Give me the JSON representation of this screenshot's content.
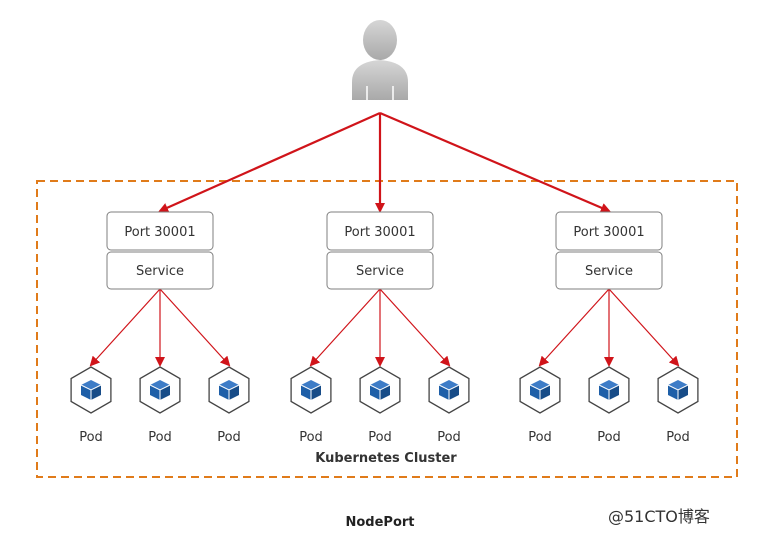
{
  "colors": {
    "arrow": "#d0141a",
    "cluster_border": "#e07b1a",
    "pod_blue": "#1e5fa8",
    "box_border": "#7f7f7f",
    "user_grey": "#bfbfbf"
  },
  "icons": {
    "user": "user-icon",
    "pod": "kubernetes-pod-cube-icon"
  },
  "cluster": {
    "label": "Kubernetes Cluster"
  },
  "caption": "NodePort",
  "watermark": "@51CTO博客",
  "nodes": [
    {
      "port_label": "Port 30001",
      "service_label": "Service",
      "pods": [
        "Pod",
        "Pod",
        "Pod"
      ]
    },
    {
      "port_label": "Port 30001",
      "service_label": "Service",
      "pods": [
        "Pod",
        "Pod",
        "Pod"
      ]
    },
    {
      "port_label": "Port 30001",
      "service_label": "Service",
      "pods": [
        "Pod",
        "Pod",
        "Pod"
      ]
    }
  ]
}
